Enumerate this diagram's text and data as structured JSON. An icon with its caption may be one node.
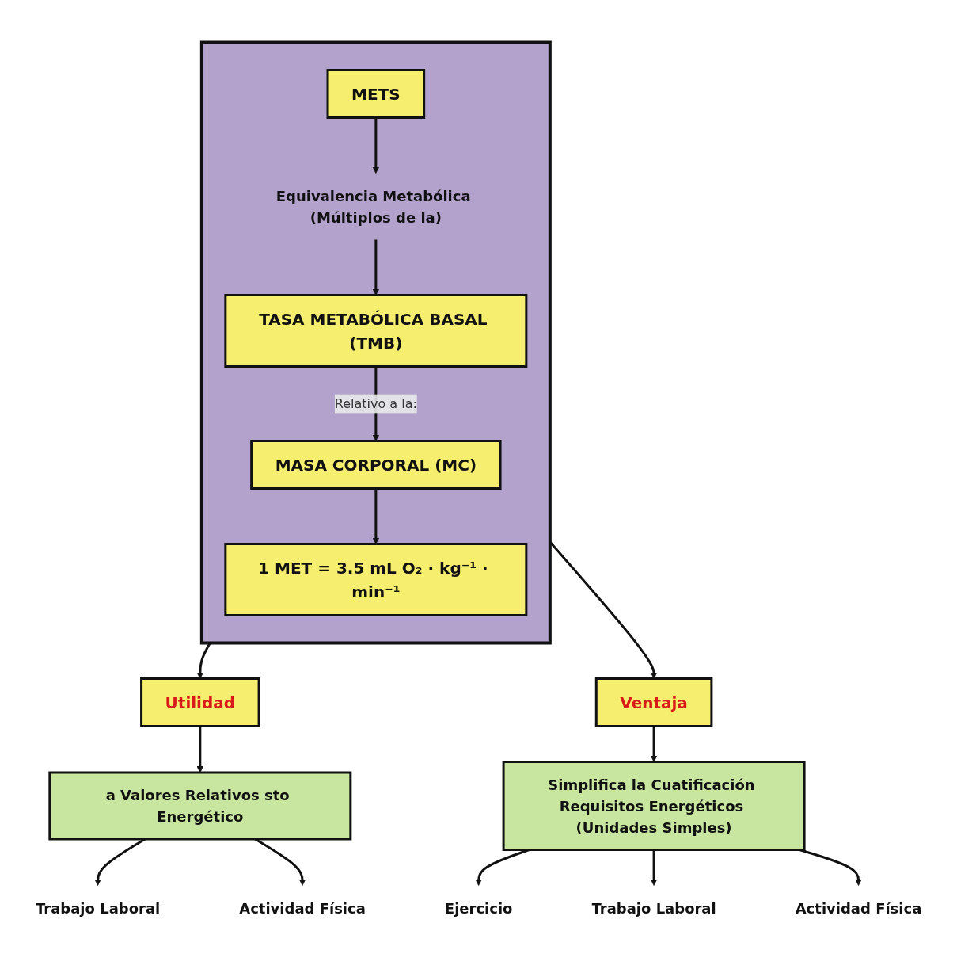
{
  "diagram": {
    "nodes": [
      {
        "text": [],
        "shape": "box"
      },
      {
        "text": [
          "METS"
        ],
        "in": 0
      },
      {
        "text": [
          "Equivalencia Metabólica (Múltiplos de la)"
        ],
        "in": 0
      },
      {
        "text": [
          "TASA METABÓLICA BASAL (TMB)"
        ],
        "in": 0
      },
      {
        "text": [
          "MASA CORPORAL (MC)"
        ],
        "in": 0
      },
      {
        "text": [
          "1 MET = 3.5 mL O₂ · kg⁻¹ · min⁻¹"
        ],
        "in": 0
      },
      {
        "text": [
          "Utilidad"
        ]
      },
      {
        "text": [
          "Ventaja"
        ]
      },
      {
        "text": [
          "a Valores Relativos sto Energético"
        ]
      },
      {
        "text": [
          "Trabajo Laboral"
        ]
      },
      {
        "text": [
          "Actividad Física"
        ]
      },
      {
        "text": [
          "Simplifica la Cuatificación Requisitos Energéticos (Unidades Simples)"
        ]
      },
      {
        "text": [
          "Ejercicio"
        ]
      },
      {
        "text": [
          "Trabajo Laboral"
        ]
      },
      {
        "text": [
          "Actividad Física"
        ]
      }
    ],
    "edges": [
      {
        "from": 1,
        "to": 2,
        "arrow": "to"
      },
      {
        "from": 2,
        "to": 3,
        "arrow": "to"
      },
      {
        "from": 3,
        "to": 4,
        "arrow": "to",
        "label": "Relativo a la:"
      },
      {
        "from": 4,
        "to": 5,
        "arrow": "to"
      },
      {
        "from": 0,
        "to": 6,
        "arrow": "to"
      },
      {
        "from": 0,
        "to": 7,
        "arrow": "to"
      },
      {
        "from": 6,
        "to": 8,
        "arrow": "to"
      },
      {
        "from": 8,
        "to": 9,
        "arrow": "to"
      },
      {
        "from": 8,
        "to": 10,
        "arrow": "to"
      },
      {
        "from": 7,
        "to": 11,
        "arrow": "to"
      },
      {
        "from": 11,
        "to": 12,
        "arrow": "to"
      },
      {
        "from": 11,
        "to": 13,
        "arrow": "to"
      },
      {
        "from": 11,
        "to": 14,
        "arrow": "to"
      }
    ]
  }
}
